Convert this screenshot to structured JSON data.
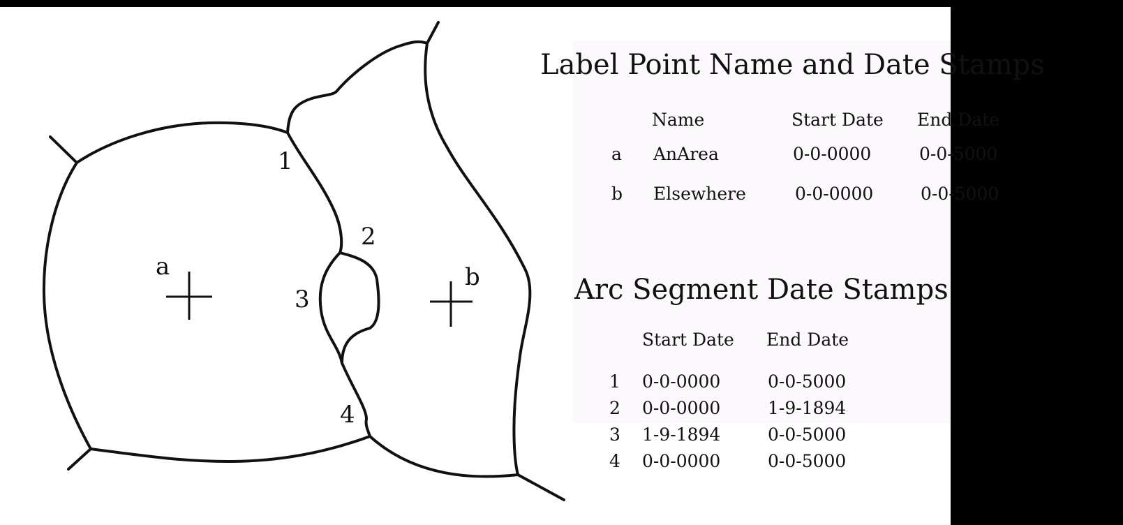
{
  "map": {
    "areas": [
      {
        "id": "a",
        "label": "a"
      },
      {
        "id": "b",
        "label": "b"
      }
    ],
    "arc_labels": [
      "1",
      "2",
      "3",
      "4"
    ]
  },
  "label_points": {
    "title": "Label Point Name and Date Stamps",
    "headers": {
      "name": "Name",
      "start": "Start Date",
      "end": "End Date"
    },
    "rows": [
      {
        "id": "a",
        "name": "AnArea",
        "start": "0-0-0000",
        "end": "0-0-5000"
      },
      {
        "id": "b",
        "name": "Elsewhere",
        "start": "0-0-0000",
        "end": "0-0-5000"
      }
    ]
  },
  "arc_segments": {
    "title": "Arc Segment Date Stamps",
    "headers": {
      "start": "Start Date",
      "end": "End Date"
    },
    "rows": [
      {
        "id": "1",
        "start": "0-0-0000",
        "end": "0-0-5000"
      },
      {
        "id": "2",
        "start": "0-0-0000",
        "end": "1-9-1894"
      },
      {
        "id": "3",
        "start": "1-9-1894",
        "end": "0-0-5000"
      },
      {
        "id": "4",
        "start": "0-0-0000",
        "end": "0-0-5000"
      }
    ]
  }
}
